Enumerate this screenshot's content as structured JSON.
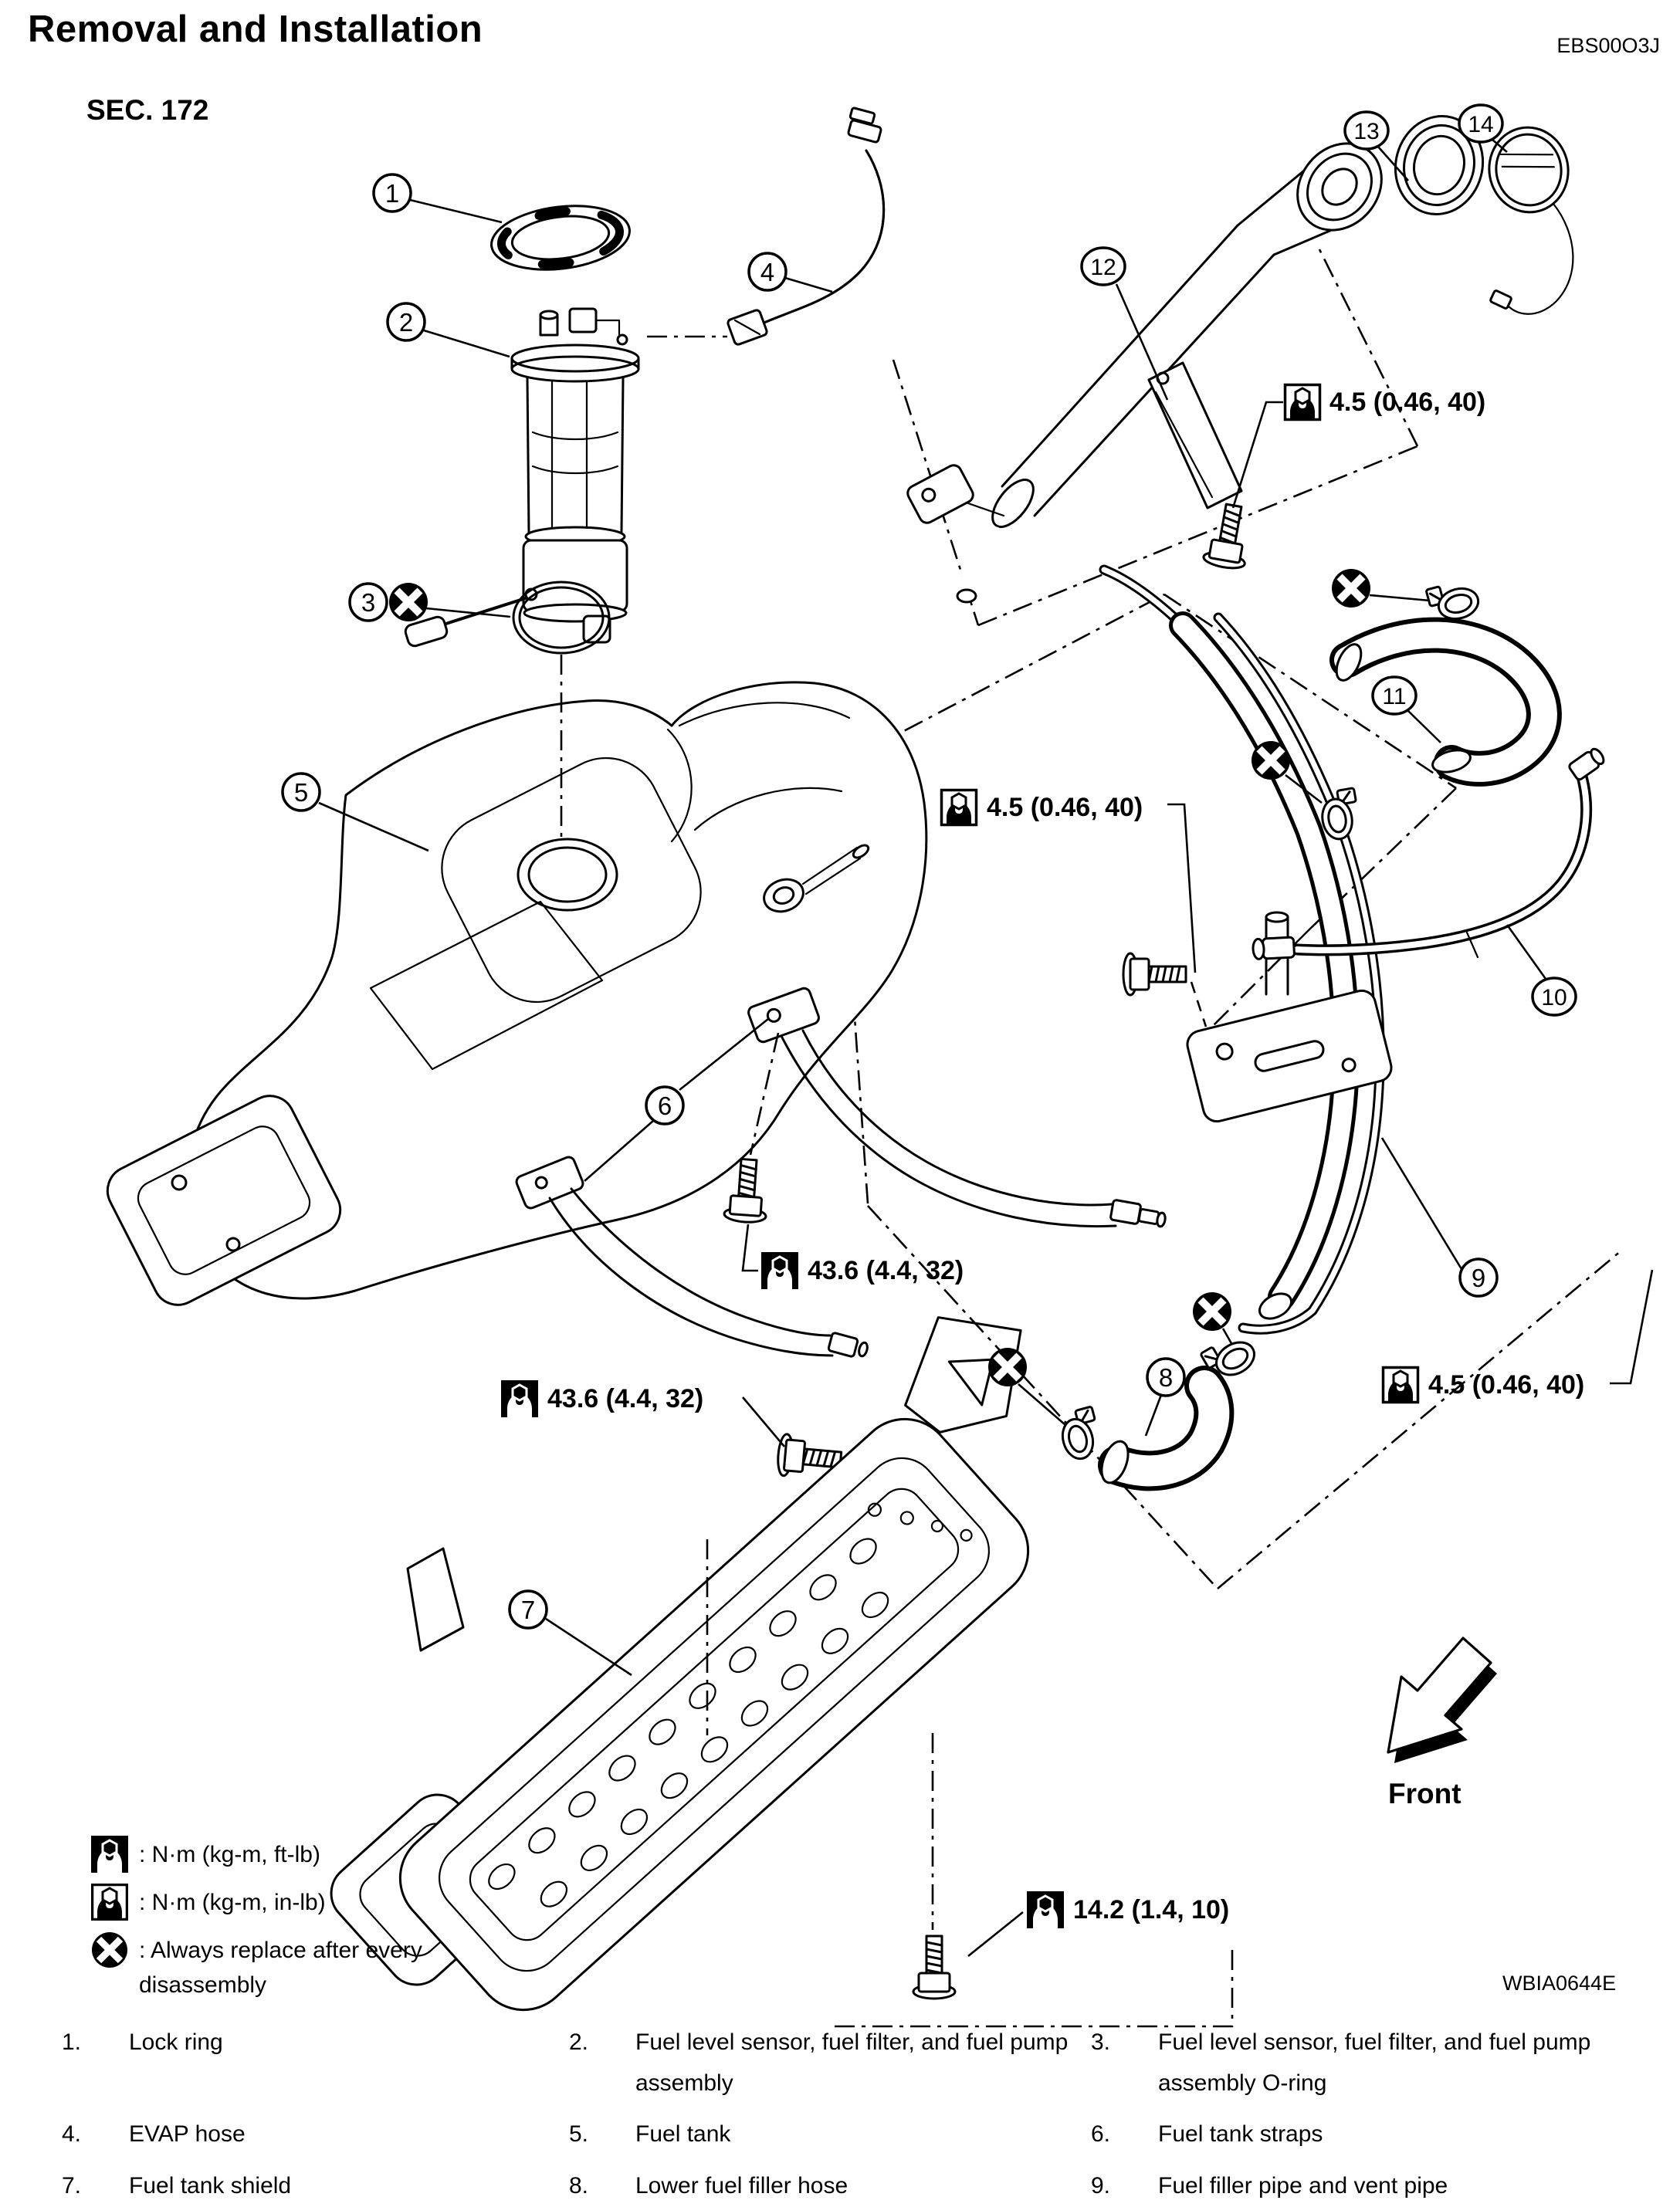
{
  "page": {
    "title": "Removal and Installation",
    "code": "EBS00O3J",
    "section": "SEC. 172",
    "figure_id": "WBIA0644E",
    "front_label": "Front"
  },
  "callouts": [
    "1",
    "2",
    "3",
    "4",
    "5",
    "6",
    "7",
    "8",
    "9",
    "10",
    "11",
    "12",
    "13",
    "14"
  ],
  "torque": {
    "t1": "4.5 (0.46, 40)",
    "t2": "4.5 (0.46, 40)",
    "t3": "43.6 (4.4, 32)",
    "t4": "43.6 (4.4, 32)",
    "t5": "4.5 (0.46, 40)",
    "t6": "14.2 (1.4, 10)"
  },
  "legend": {
    "ft_lb": ": N·m (kg-m, ft-lb)",
    "in_lb": ": N·m (kg-m, in-lb)",
    "replace": ": Always replace after every disassembly"
  },
  "parts": [
    {
      "num": "1.",
      "name": "Lock ring"
    },
    {
      "num": "2.",
      "name": "Fuel level sensor, fuel filter, and fuel pump assembly"
    },
    {
      "num": "3.",
      "name": "Fuel level sensor, fuel filter, and fuel pump assembly O-ring"
    },
    {
      "num": "4.",
      "name": "EVAP hose"
    },
    {
      "num": "5.",
      "name": "Fuel tank"
    },
    {
      "num": "6.",
      "name": "Fuel tank straps"
    },
    {
      "num": "7.",
      "name": "Fuel tank shield"
    },
    {
      "num": "8.",
      "name": "Lower fuel filler hose"
    },
    {
      "num": "9.",
      "name": "Fuel filler pipe and vent pipe"
    }
  ]
}
